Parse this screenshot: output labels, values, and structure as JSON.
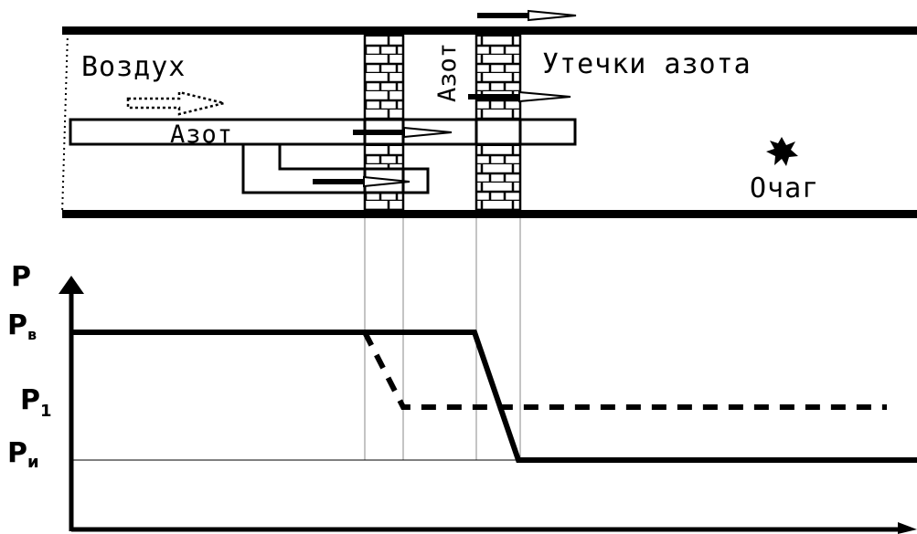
{
  "labels": {
    "air": "Воздух",
    "nitrogen_pipe": "Азот",
    "nitrogen_chamber": "Азот",
    "nitrogen_leaks": "Утечки азота",
    "fire_source": "Очаг"
  },
  "graph": {
    "axis_y": "P",
    "p_air": "P",
    "p_air_sub": "в",
    "p1": "P",
    "p1_sub": "1",
    "p_source": "P",
    "p_source_sub": "и"
  }
}
